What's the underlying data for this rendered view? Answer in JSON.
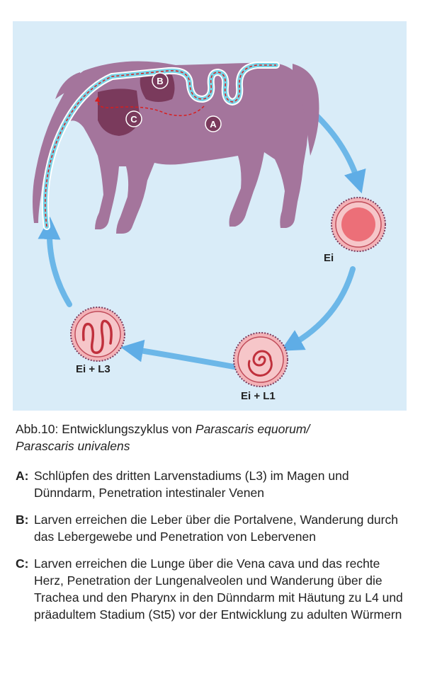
{
  "diagram": {
    "markers": [
      {
        "id": "A",
        "label": "A"
      },
      {
        "id": "B",
        "label": "B"
      },
      {
        "id": "C",
        "label": "C"
      }
    ],
    "stages": [
      {
        "id": "egg",
        "label": "Ei"
      },
      {
        "id": "egg_l1",
        "label": "Ei + L1"
      },
      {
        "id": "egg_l3",
        "label": "Ei + L3"
      }
    ],
    "colors": {
      "background": "#d9ecf8",
      "horse": "#a4759c",
      "organ": "#7a3a5c",
      "intestine_outline": "#ffffff",
      "intestine_fill": "#7ad3e6",
      "migration_path": "#d81e1e",
      "arrow": "#5aaee6",
      "egg_shell": "#f3b2b7",
      "egg_core": "#ec6f78"
    }
  },
  "caption": {
    "abb": "Abb.10:",
    "text": " Entwicklungszyklus von ",
    "species1": "Parascaris equorum/",
    "species2": "Parascaris univalens"
  },
  "items": [
    {
      "key": "A:",
      "text": "Schlüpfen des dritten Larvenstadiums (L3) im Magen und Dünndarm, Penetration intestinaler Venen"
    },
    {
      "key": "B:",
      "text": "Larven erreichen die Leber über die Portalvene, Wanderung durch das Lebergewebe und Penetration von Lebervenen"
    },
    {
      "key": "C:",
      "text": "Larven erreichen die Lunge über die Vena cava und das rechte Herz, Penetration der Lungenalveolen und Wanderung über die Trachea und den Pharynx in den Dünndarm mit Häutung zu L4 und präadultem Stadium (St5) vor der Entwicklung zu adulten Würmern"
    }
  ]
}
